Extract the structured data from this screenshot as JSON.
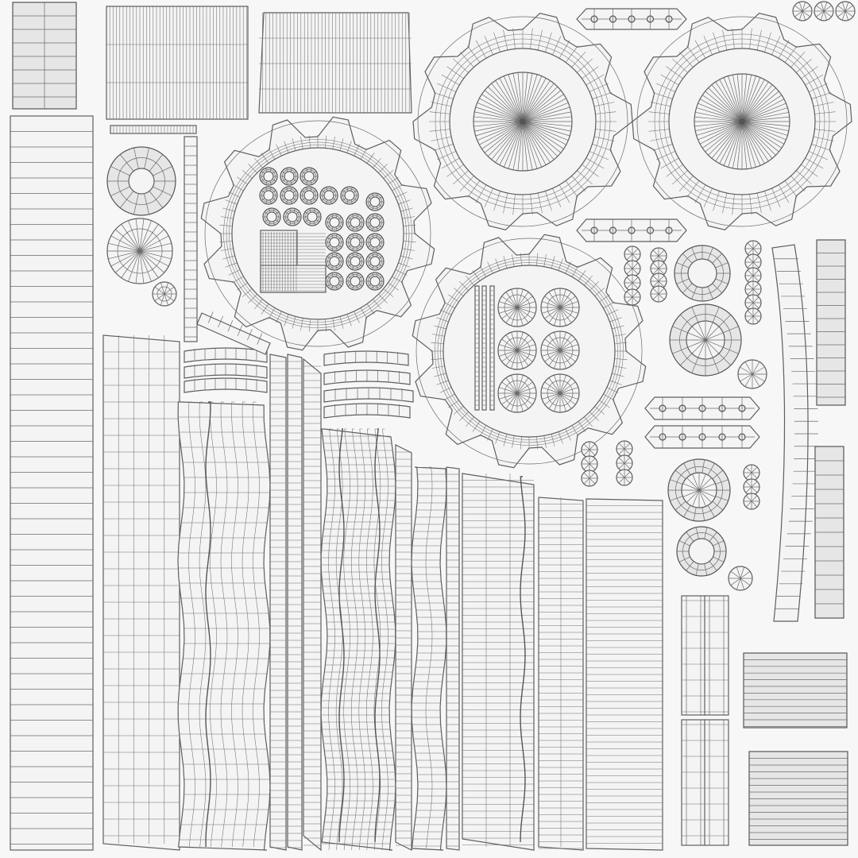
{
  "uv_layout": {
    "background": "#f7f7f7",
    "wire_color": "#5f5f5f",
    "fill_color": "#f4f4f4",
    "islands": {
      "large_gears": 3,
      "small_gear": 1,
      "track_strips": 14,
      "hub_discs": 12,
      "tread_pads": 18
    }
  }
}
